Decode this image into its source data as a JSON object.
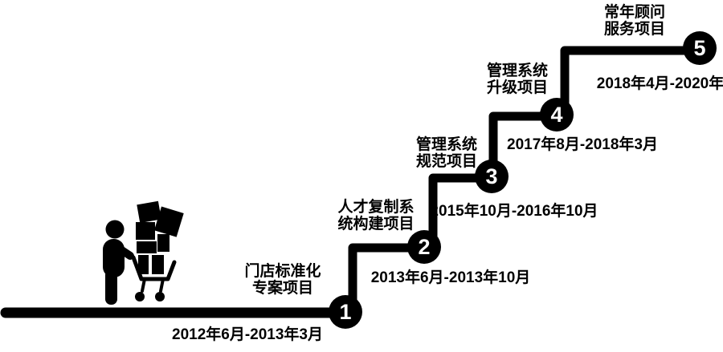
{
  "diagram": {
    "type": "staircase-timeline",
    "background_color": "#ffffff",
    "line_color": "#000000",
    "node_fill": "#000000",
    "node_number_color": "#ffffff",
    "left_icon": "person-pushing-shopping-cart-with-boxes-icon"
  },
  "milestones": [
    {
      "number": "1",
      "label": "门店标准化\n专案项目",
      "date": "2012年6月-2013年3月"
    },
    {
      "number": "2",
      "label": "人才复制系\n统构建项目",
      "date": "2013年6月-2013年10月"
    },
    {
      "number": "3",
      "label": "管理系统\n规范项目",
      "date": "2015年10月-2016年10月"
    },
    {
      "number": "4",
      "label": "管理系统\n升级项目",
      "date": "2017年8月-2018年3月"
    },
    {
      "number": "5",
      "label": "常年顾问\n服务项目",
      "date": "2018年4月-2020年"
    }
  ]
}
